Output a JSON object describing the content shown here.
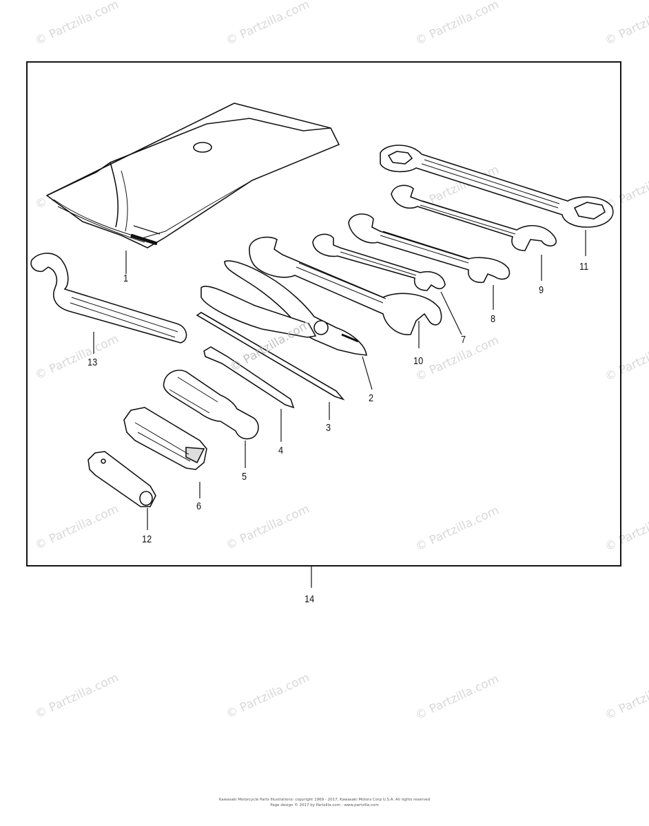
{
  "watermark": {
    "text": "© Partzilla.com",
    "diagram_stamp": "© Partzilla.com"
  },
  "callouts": {
    "c1": "1",
    "c2": "2",
    "c3": "3",
    "c4": "4",
    "c5": "5",
    "c6": "6",
    "c7": "7",
    "c8": "8",
    "c9": "9",
    "c10": "10",
    "c11": "11",
    "c12": "12",
    "c13": "13",
    "c14": "14"
  },
  "footer": {
    "line1": "Kawasaki Motorcycle Parts Illustrations: copyright 1969 - 2017, Kawasaki Motors Corp U.S.A. All rights reserved",
    "line2": "Page design © 2017 by Partzilla.com - www.partzilla.com"
  }
}
